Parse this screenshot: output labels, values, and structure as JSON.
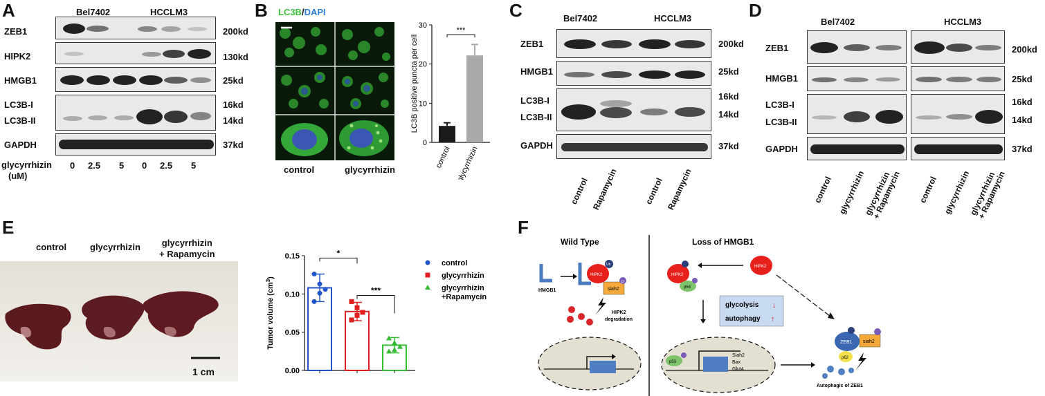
{
  "panels": {
    "A": "A",
    "B": "B",
    "C": "C",
    "D": "D",
    "E": "E",
    "F": "F"
  },
  "A": {
    "cell_lines": [
      "Bel7402",
      "HCCLM3"
    ],
    "rows": [
      {
        "label": "ZEB1",
        "size": "200kd"
      },
      {
        "label": "HIPK2",
        "size": "130kd"
      },
      {
        "label": "HMGB1",
        "size": "25kd"
      },
      {
        "label": "LC3B-I",
        "size": "16kd"
      },
      {
        "label": "LC3B-II",
        "size": "14kd"
      },
      {
        "label": "GAPDH",
        "size": "37kd"
      }
    ],
    "treatment_label": "glycyrrhizin",
    "unit_label": "(uM)",
    "doses": [
      "0",
      "2.5",
      "5",
      "0",
      "2.5",
      "5"
    ]
  },
  "B": {
    "stain_green": "LC3B",
    "stain_sep": "/",
    "stain_blue": "DAPI",
    "col_labels": [
      "control",
      "glycyrrhizin"
    ],
    "chart_data": {
      "type": "bar",
      "categories": [
        "control",
        "glycyrrhizin"
      ],
      "values": [
        4.2,
        22.2
      ],
      "errors": [
        0.8,
        2.8
      ],
      "ylabel": "LC3B positive puncta per cell",
      "ylim": [
        0,
        30
      ],
      "yticks": [
        "0",
        "10",
        "20",
        "30"
      ],
      "significance": "***",
      "colors": [
        "#1a1a1a",
        "#a9a9a9"
      ]
    }
  },
  "C": {
    "cell_lines": [
      "Bel7402",
      "HCCLM3"
    ],
    "rows": [
      {
        "label": "ZEB1",
        "size": "200kd"
      },
      {
        "label": "HMGB1",
        "size": "25kd"
      },
      {
        "label": "LC3B-I",
        "size": "16kd"
      },
      {
        "label": "LC3B-II",
        "size": "14kd"
      },
      {
        "label": "GAPDH",
        "size": "37kd"
      }
    ],
    "lanes": [
      "control",
      "Rapamycin",
      "control",
      "Rapamycin"
    ]
  },
  "D": {
    "cell_lines": [
      "Bel7402",
      "HCCLM3"
    ],
    "rows": [
      {
        "label": "ZEB1",
        "size": "200kd"
      },
      {
        "label": "HMGB1",
        "size": "25kd"
      },
      {
        "label": "LC3B-I",
        "size": "16kd"
      },
      {
        "label": "LC3B-II",
        "size": "14kd"
      },
      {
        "label": "GAPDH",
        "size": "37kd"
      }
    ],
    "lanes": [
      "control",
      "glycyrrhizin",
      "glycyrrhizin\n+ Rapamycin",
      "control",
      "glycyrrhizin",
      "glycyrrhizin\n+ Rapamycin"
    ]
  },
  "E": {
    "photo_labels": [
      "control",
      "glycyrrhizin",
      "glycyrrhizin\n+ Rapamycin"
    ],
    "scale_bar": "1 cm",
    "chart_data": {
      "type": "scatter",
      "categories": [
        "control",
        "glycyrrhizin",
        "glycyrrhizin +Rapamycin"
      ],
      "means": [
        0.108,
        0.077,
        0.033
      ],
      "sd": [
        0.018,
        0.012,
        0.01
      ],
      "points": [
        [
          0.126,
          0.113,
          0.106,
          0.09,
          0.101
        ],
        [
          0.09,
          0.082,
          0.076,
          0.066,
          0.072
        ],
        [
          0.042,
          0.036,
          0.031,
          0.025,
          0.027
        ]
      ],
      "ylabel": "Tumor volume (cm",
      "ylabel_sup": "3",
      "ylabel_end": ")",
      "ylim": [
        0,
        0.15
      ],
      "yticks": [
        "0.00",
        "0.05",
        "0.10",
        "0.15"
      ],
      "significance": [
        "*",
        "***"
      ],
      "legend": [
        "control",
        "glycyrrhizin",
        "glycyrrhizin\n+Rapamycin"
      ],
      "colors": [
        "#2255cc",
        "#e02020",
        "#33bb33"
      ]
    }
  },
  "F": {
    "wild_type": "Wild Type",
    "loss": "Loss of HMGB1",
    "hmgb1": "HMGB1",
    "hipk2": "HIPK2",
    "hipk2_deg": "HIPK2\ndegradation",
    "siah2": "siah2",
    "p": "p",
    "p53": "p53",
    "zeb1": "ZEB1",
    "p62": "p62",
    "ub": "Ub",
    "glycolysis": "glycolysis",
    "autophagy": "autophagy",
    "targets": [
      "Siah2",
      "Bax",
      "Glut4"
    ],
    "autophagic": "Autophagic of ZEB1",
    "colors": {
      "hipk2": "#e8201c",
      "siah2": "#f4a93a",
      "p53": "#7cc36a",
      "zeb1": "#3b66b2",
      "p62": "#f4e04a",
      "box": "#c8daf2",
      "nucleus": "#e3e0d2"
    }
  }
}
